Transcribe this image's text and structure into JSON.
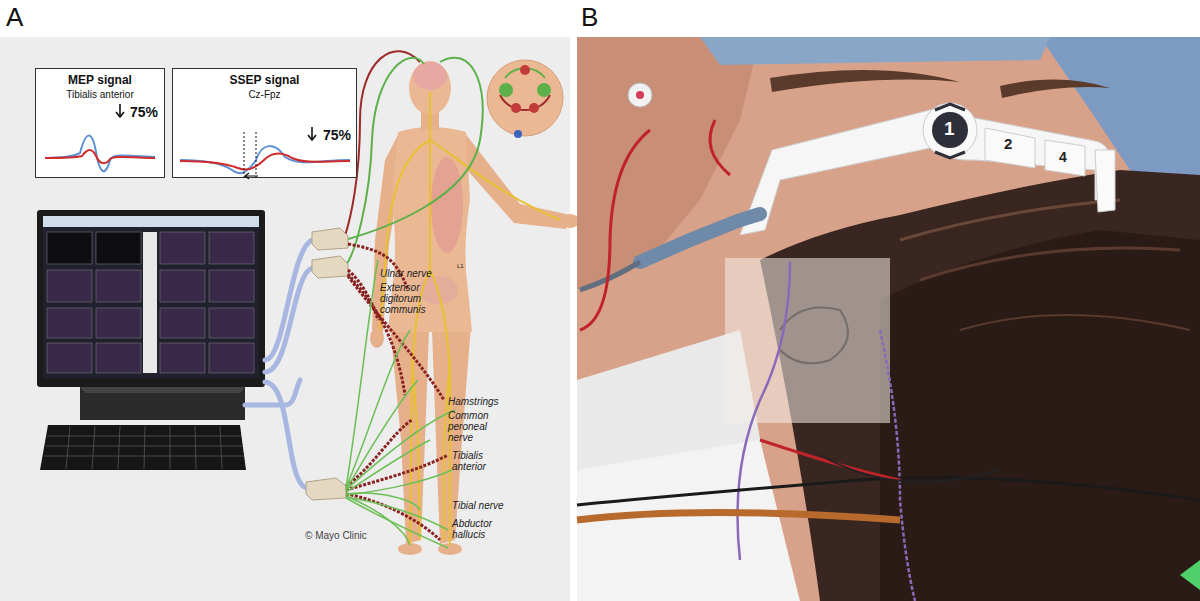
{
  "diagram": {
    "nodes": [
      {
        "text": [
          "MEP signal",
          "Tibialis anterior",
          "75%"
        ]
      },
      {
        "text": [
          "SSEP signal",
          "Cz-Fpz",
          "75%"
        ]
      }
    ],
    "labels": [
      "A",
      "B",
      "Ulnar nerve",
      "L1",
      "Extensor digitorum communis",
      "Hamstrings",
      "Common peroneal nerve",
      "Tibialis anterior",
      "Tibial nerve",
      "Abductor hallucis",
      "© Mayo Clinic",
      "1",
      "2",
      "4"
    ]
  }
}
